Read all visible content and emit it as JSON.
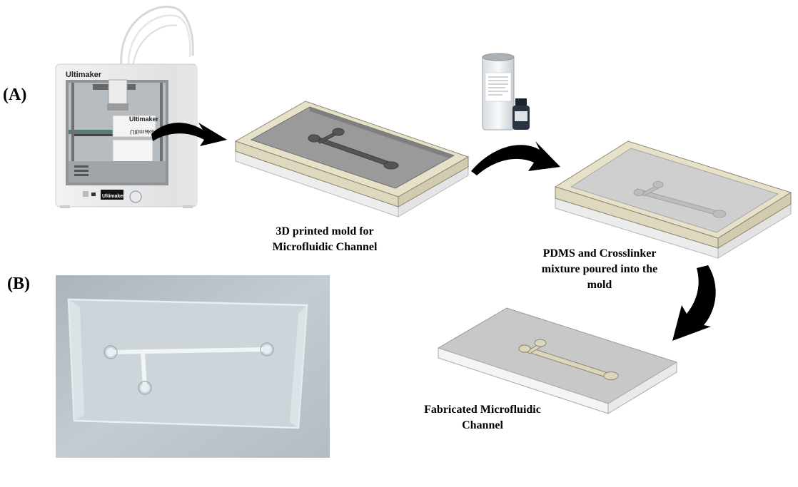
{
  "panel_labels": {
    "a": "(A)",
    "b": "(B)"
  },
  "printer": {
    "brand": "Ultimaker",
    "door_brand": "Ultimaker",
    "box_brand": "Ultimaker",
    "front_brand": "Ultimaker"
  },
  "steps": {
    "mold": {
      "line1": "3D printed mold for",
      "line2": "Microfluidic Channel"
    },
    "pour": {
      "line1": "PDMS and Crosslinker",
      "line2": "mixture poured into the",
      "line3": "mold"
    },
    "final": {
      "line1": "Fabricated Microfluidic",
      "line2": "Channel"
    }
  },
  "colors": {
    "arrow": "#000000",
    "mold_frame": "#e7e1c9",
    "mold_floor": "#9a9a9a",
    "channel_dark": "#555555",
    "pdms_fill": "#cfcfcf",
    "final_channel": "#dcd6bf",
    "photo_bg": "#b9c3ca"
  }
}
